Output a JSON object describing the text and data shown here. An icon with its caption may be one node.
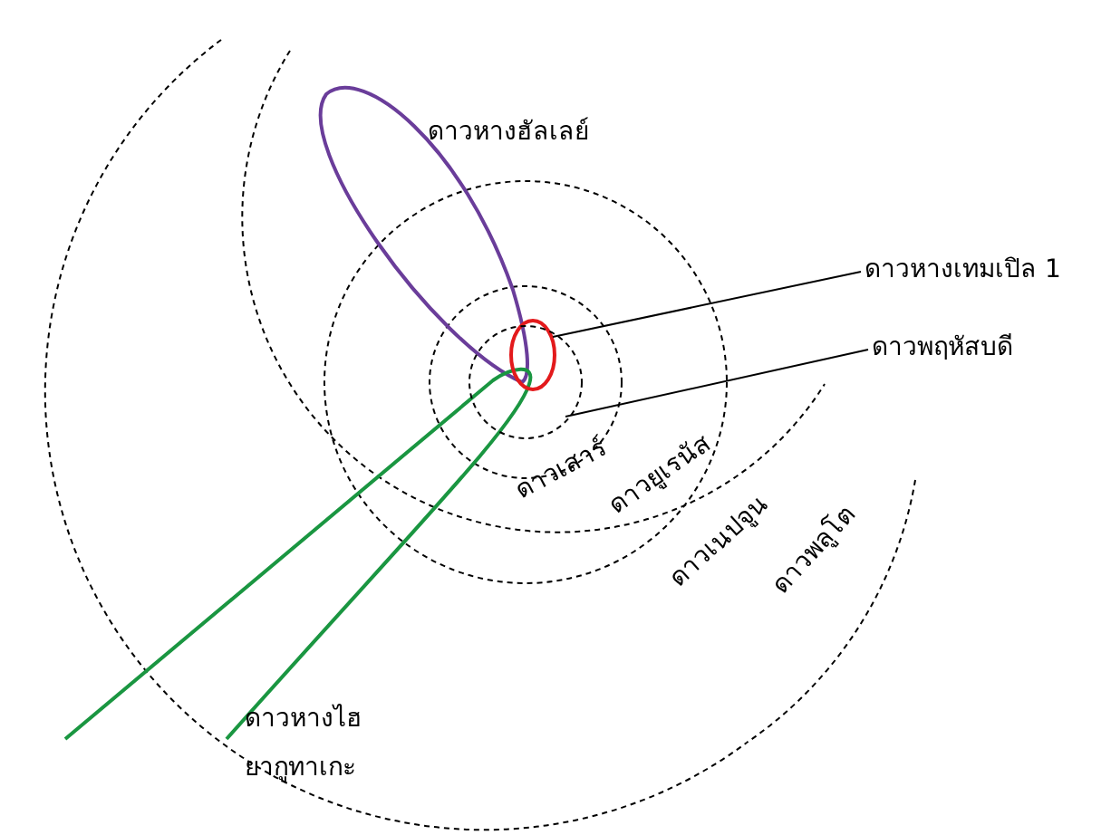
{
  "diagram": {
    "nodes": [
      {
        "text": [
          "ดาวหางเทมเปิล 1"
        ]
      },
      {
        "text": [],
        "shape": "ellipse"
      },
      {
        "text": [
          "ดาวพฤหัสบดี"
        ]
      },
      {
        "text": [],
        "shape": "circle"
      }
    ],
    "edges": [
      {
        "from": 0,
        "to": 1,
        "arrow": "none"
      },
      {
        "from": 2,
        "to": 3,
        "arrow": "none"
      }
    ],
    "labels": [
      "ดาวหางฮัลเลย์",
      "ดาวเสาร์",
      "ดาวยูเรนัส",
      "ดาวเนปจูน",
      "ดาวพลูโต",
      "ดาวหางไฮยากูทาเกะ"
    ]
  }
}
